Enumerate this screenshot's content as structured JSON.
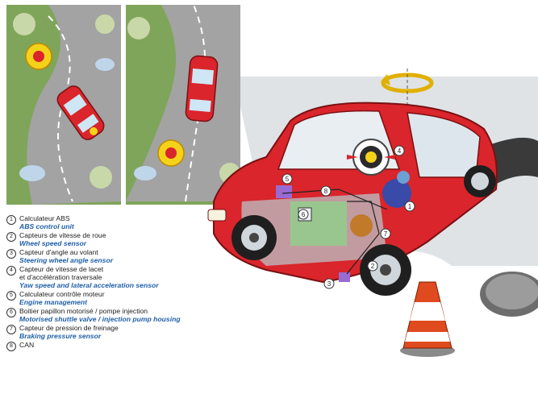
{
  "legend": [
    {
      "num": "1",
      "fr": "Calculateur ABS",
      "en": "ABS control unit"
    },
    {
      "num": "2",
      "fr": "Capteurs de vitesse de roue",
      "en": "Wheel speed sensor"
    },
    {
      "num": "3",
      "fr": "Capteur d'angle au volant",
      "en": "Steering wheel angle sensor"
    },
    {
      "num": "4",
      "fr": "Capteur de vitesse de lacet",
      "fr2": "et d'accélération traversale",
      "en": "Yaw speed and lateral acceleration sensor"
    },
    {
      "num": "5",
      "fr": "Calculateur contrôle moteur",
      "en": "Engine management"
    },
    {
      "num": "6",
      "fr": "Boitier papillon motorisé / pompe injection",
      "en": "Motorised shuttle valve / injection pump housing"
    },
    {
      "num": "7",
      "fr": "Capteur de pression de freinage",
      "en": "Braking pressure sensor"
    },
    {
      "num": "8",
      "fr": "CAN"
    }
  ],
  "callouts": [
    "1",
    "2",
    "3",
    "4",
    "5",
    "6",
    "7",
    "8"
  ],
  "colors": {
    "car_body": "#d9252b",
    "road": "#9a9a9a",
    "grass": "#7fa55a",
    "accent_blue": "#1f5fa8",
    "sensor_yellow": "#f4d21a",
    "cone_orange": "#e04a1f"
  }
}
